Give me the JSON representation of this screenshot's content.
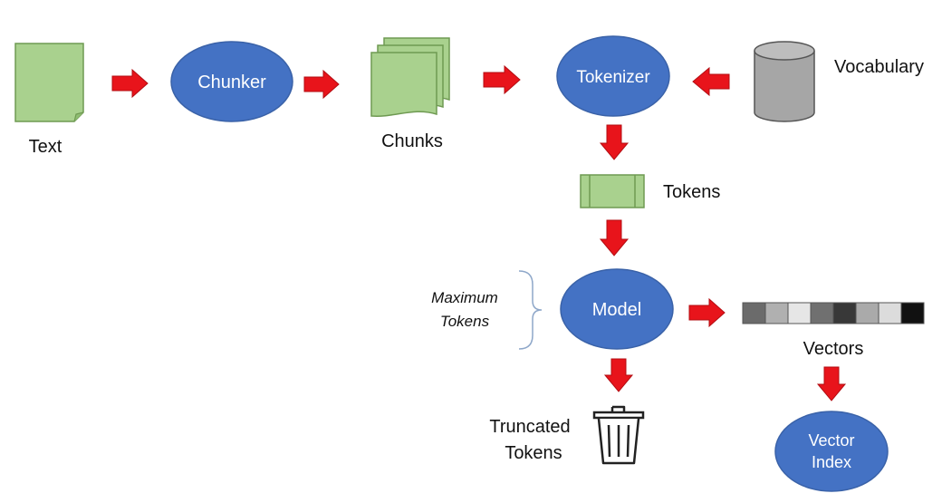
{
  "colors": {
    "node_fill": "#4472c4",
    "doc_fill": "#a9d18e",
    "doc_stroke": "#6f9a52",
    "arrow": "#e8141b",
    "cylinder_fill": "#a6a6a6",
    "vector_cells": [
      "#6b6b6b",
      "#b0b0b0",
      "#e6e6e6",
      "#707070",
      "#383838",
      "#aaaaaa",
      "#dcdcdc",
      "#111111"
    ]
  },
  "nodes": {
    "chunker": "Chunker",
    "tokenizer": "Tokenizer",
    "model": "Model",
    "vector_index": [
      "Vector",
      "Index"
    ]
  },
  "labels": {
    "text": "Text",
    "chunks": "Chunks",
    "vocabulary": "Vocabulary",
    "tokens": "Tokens",
    "maximum_tokens": [
      "Maximum",
      "Tokens"
    ],
    "vectors": "Vectors",
    "truncated_tokens": [
      "Truncated",
      "Tokens"
    ]
  },
  "icons": {
    "text_doc": "document-icon",
    "chunks": "stacked-documents-icon",
    "vocabulary": "database-cylinder-icon",
    "tokens": "token-strip-icon",
    "trash": "trash-can-icon",
    "vectors": "vector-strip-icon",
    "brace": "curly-brace-icon"
  }
}
